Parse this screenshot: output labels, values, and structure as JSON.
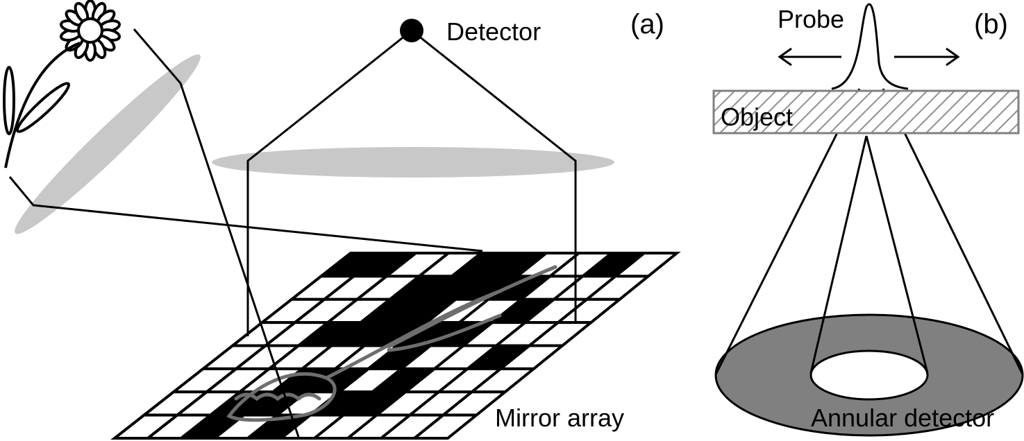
{
  "panels": [
    {
      "id": "a",
      "label": "(a)",
      "detector_label": "Detector",
      "mirror_array_label": "Mirror array",
      "mirror_grid": {
        "rows": 8,
        "cols": 10,
        "dark_cells": [
          [
            0,
            0
          ],
          [
            0,
            1
          ],
          [
            0,
            4
          ],
          [
            0,
            5
          ],
          [
            0,
            8
          ],
          [
            1,
            3
          ],
          [
            1,
            4
          ],
          [
            1,
            5
          ],
          [
            1,
            6
          ],
          [
            2,
            3
          ],
          [
            2,
            4
          ],
          [
            2,
            7
          ],
          [
            3,
            2
          ],
          [
            3,
            3
          ],
          [
            3,
            4
          ],
          [
            3,
            5
          ],
          [
            3,
            6
          ],
          [
            4,
            5
          ],
          [
            4,
            8
          ],
          [
            5,
            3
          ],
          [
            5,
            4
          ],
          [
            5,
            6
          ],
          [
            6,
            2
          ],
          [
            6,
            3
          ],
          [
            6,
            5
          ],
          [
            6,
            6
          ],
          [
            7,
            2
          ],
          [
            7,
            4
          ]
        ]
      }
    },
    {
      "id": "b",
      "label": "(b)",
      "probe_label": "Probe",
      "object_label": "Object",
      "annular_detector_label": "Annular detector"
    }
  ],
  "colors": {
    "ink": "#000000",
    "lens_gray": "#c8c8c8",
    "detector_ring": "#808080",
    "image_trace": "#6e6e6e"
  }
}
